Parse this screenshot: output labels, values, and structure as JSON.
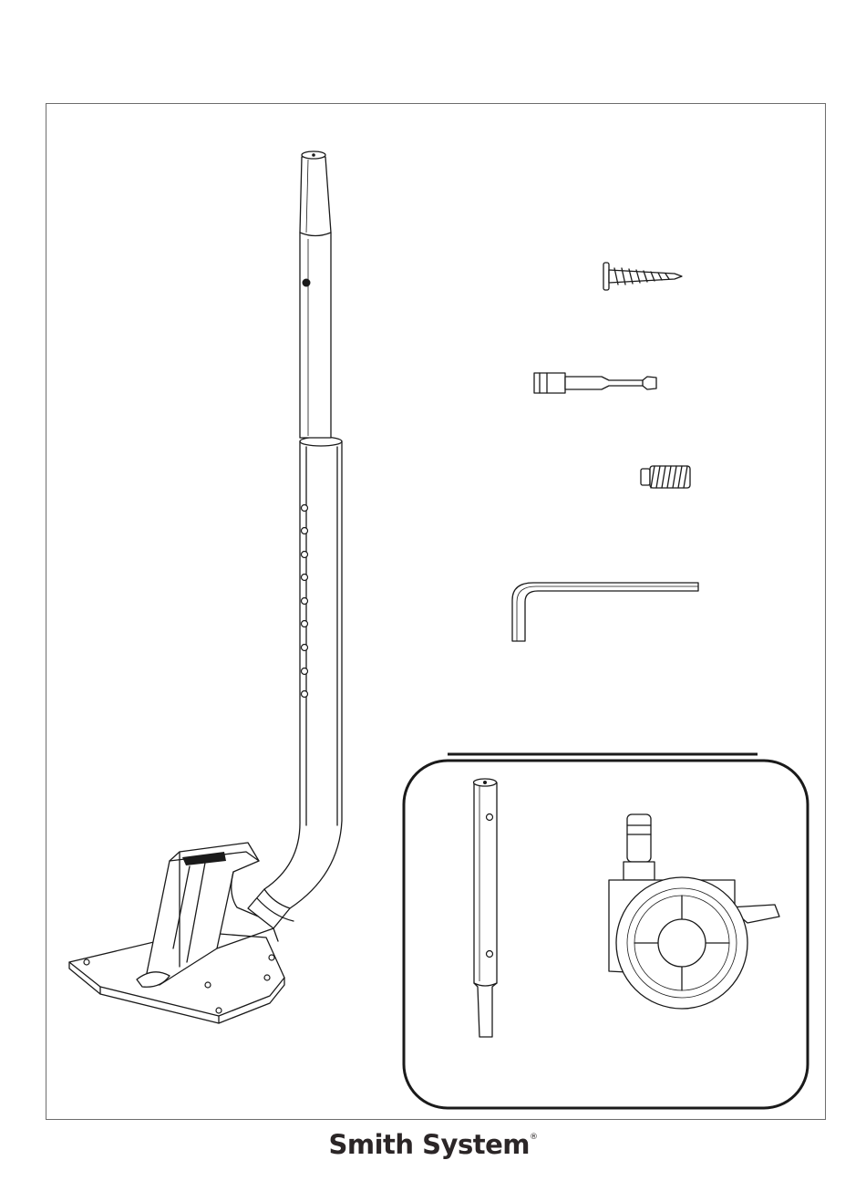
{
  "brand": {
    "name": "Smith System",
    "mark": "®",
    "color": "#2b2627"
  },
  "parts": {
    "main": "leg-and-foot-assembly",
    "hardware": [
      "screw",
      "driver-bit",
      "set-screw",
      "hex-key"
    ],
    "inset": [
      "post",
      "caster"
    ]
  }
}
